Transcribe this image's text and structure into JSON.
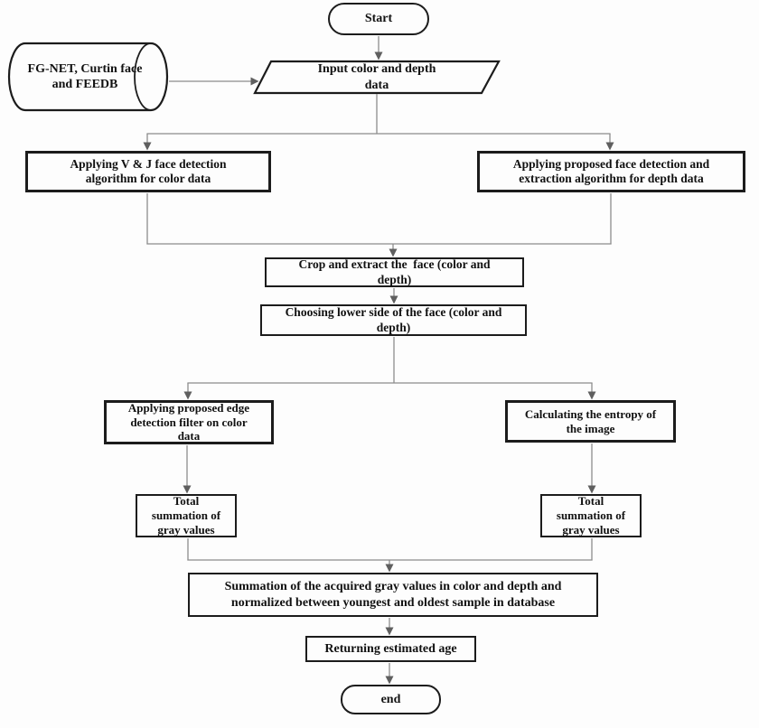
{
  "figure": {
    "type": "flowchart",
    "description": "Age estimation algorithm flowchart using color and depth face data"
  },
  "palette": {
    "ink": "#111111",
    "box_border": "#1c1c1c",
    "connector_line": "#8c8c8c",
    "arrowhead": "#5f5f5f"
  },
  "nodes": {
    "start": {
      "shape": "terminator",
      "label": "Start"
    },
    "database": {
      "shape": "cylinder",
      "label": "FG-NET, Curtin face\nand FEEDB"
    },
    "input": {
      "shape": "parallelogram",
      "label": "Input color and depth\ndata"
    },
    "vj_detection": {
      "shape": "process",
      "label": "Applying V & J face detection\nalgorithm for color data"
    },
    "proposed_detection": {
      "shape": "process",
      "label": "Applying proposed face detection and\nextraction algorithm for depth data"
    },
    "crop_extract": {
      "shape": "process",
      "label": "Crop and extract the  face (color and\ndepth)"
    },
    "choose_lower": {
      "shape": "process",
      "label": "Choosing lower side of the face (color and\ndepth)"
    },
    "edge_filter": {
      "shape": "process",
      "label": "Applying proposed edge\ndetection filter on color\ndata"
    },
    "entropy": {
      "shape": "process",
      "label": "Calculating the entropy of\nthe image"
    },
    "total_left": {
      "shape": "process",
      "label": "Total\nsummation of\ngray values"
    },
    "total_right": {
      "shape": "process",
      "label": "Total\nsummation of\ngray values"
    },
    "summation": {
      "shape": "process",
      "label": "Summation of the acquired gray values in color and depth and\nnormalized between youngest and oldest sample in database"
    },
    "return_age": {
      "shape": "process",
      "label": "Returning estimated age"
    },
    "end": {
      "shape": "terminator",
      "label": "end"
    }
  }
}
